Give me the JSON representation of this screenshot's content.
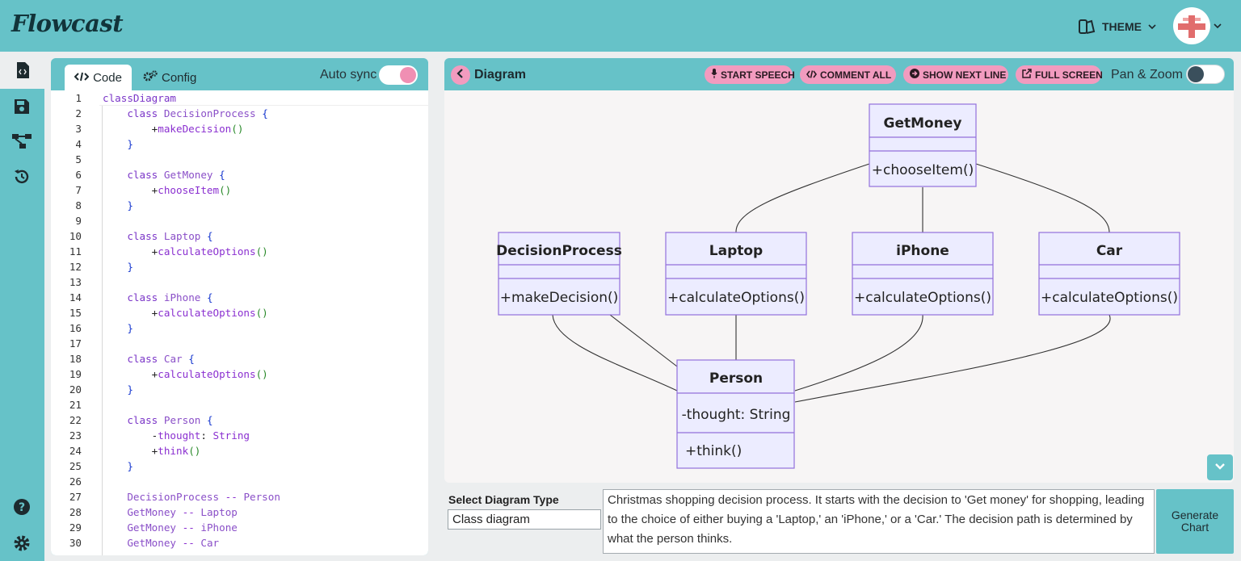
{
  "app": {
    "logo": "Flowcast"
  },
  "header": {
    "theme_label": "THEME"
  },
  "code_panel": {
    "tabs": [
      {
        "label": "Code"
      },
      {
        "label": "Config"
      }
    ],
    "auto_sync_label": "Auto sync",
    "auto_sync_on": true,
    "lines": [
      "classDiagram",
      "    class DecisionProcess {",
      "        +makeDecision()",
      "    }",
      "",
      "    class GetMoney {",
      "        +chooseItem()",
      "    }",
      "",
      "    class Laptop {",
      "        +calculateOptions()",
      "    }",
      "",
      "    class iPhone {",
      "        +calculateOptions()",
      "    }",
      "",
      "    class Car {",
      "        +calculateOptions()",
      "    }",
      "",
      "    class Person {",
      "        -thought: String",
      "        +think()",
      "    }",
      "",
      "    DecisionProcess -- Person",
      "    GetMoney -- Laptop",
      "    GetMoney -- iPhone",
      "    GetMoney -- Car"
    ]
  },
  "diagram_panel": {
    "title": "Diagram",
    "buttons": {
      "start_speech": "START SPEECH",
      "comment_all": "COMMENT ALL",
      "show_next_line": "SHOW NEXT LINE",
      "full_screen": "FULL SCREEN"
    },
    "pan_zoom_label": "Pan & Zoom",
    "pan_zoom_on": false,
    "classes": {
      "getmoney": {
        "name": "GetMoney",
        "attributes": [],
        "methods": [
          "+chooseItem()"
        ]
      },
      "decisionprocess": {
        "name": "DecisionProcess",
        "attributes": [],
        "methods": [
          "+makeDecision()"
        ]
      },
      "laptop": {
        "name": "Laptop",
        "attributes": [],
        "methods": [
          "+calculateOptions()"
        ]
      },
      "iphone": {
        "name": "iPhone",
        "attributes": [],
        "methods": [
          "+calculateOptions()"
        ]
      },
      "car": {
        "name": "Car",
        "attributes": [],
        "methods": [
          "+calculateOptions()"
        ]
      },
      "person": {
        "name": "Person",
        "attributes": [
          "-thought: String"
        ],
        "methods": [
          "+think()"
        ]
      }
    }
  },
  "bottom": {
    "select_label": "Select Diagram Type",
    "select_value": "Class diagram",
    "description": "Christmas shopping decision process. It starts with the decision to 'Get money' for shopping, leading to the choice of either buying a 'Laptop,' an 'iPhone,' or a 'Car.' The decision path is determined by what the person thinks.",
    "generate_label_1": "Generate",
    "generate_label_2": "Chart"
  },
  "colors": {
    "accent": "#66c2c8",
    "pink": "#f29bbf",
    "class_fill": "#ececff",
    "class_stroke": "#9370db"
  }
}
